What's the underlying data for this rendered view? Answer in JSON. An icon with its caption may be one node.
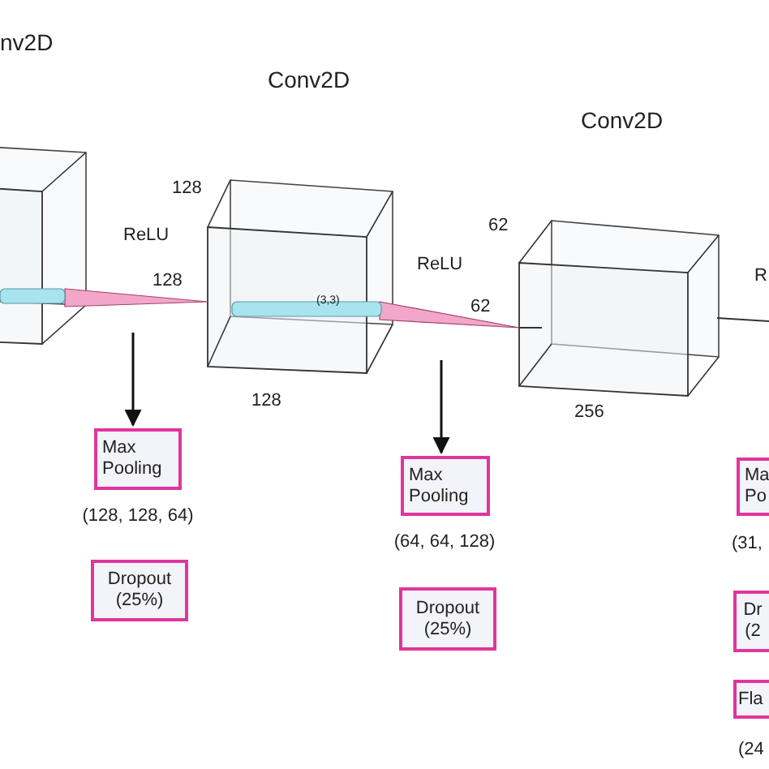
{
  "diagram": {
    "nodes": [
      {
        "text": [
          "Max Pooling"
        ],
        "beside": [
          "(128, 128, 64)"
        ]
      },
      {
        "text": [
          "Dropout (25%)"
        ]
      },
      {
        "text": [
          "Max Pooling"
        ],
        "beside": [
          "(64, 64, 128)"
        ]
      },
      {
        "text": [
          "Dropout (25%)"
        ]
      },
      {
        "text": [
          "Ma Po"
        ],
        "beside": [
          "(31,"
        ]
      },
      {
        "text": [
          "Dr (2"
        ]
      },
      {
        "text": [
          "Fla"
        ],
        "beside": [
          "(24"
        ]
      }
    ],
    "edges": [
      {
        "from": null,
        "to": 0,
        "arrow": "to"
      },
      {
        "from": null,
        "to": 2,
        "arrow": "to"
      }
    ],
    "labels": [
      "nv2D",
      "Conv2D",
      "Conv2D",
      "128",
      "ReLU",
      "62",
      "ReLU",
      "R",
      "128",
      "62",
      "(3,3)",
      "128",
      "256"
    ]
  }
}
